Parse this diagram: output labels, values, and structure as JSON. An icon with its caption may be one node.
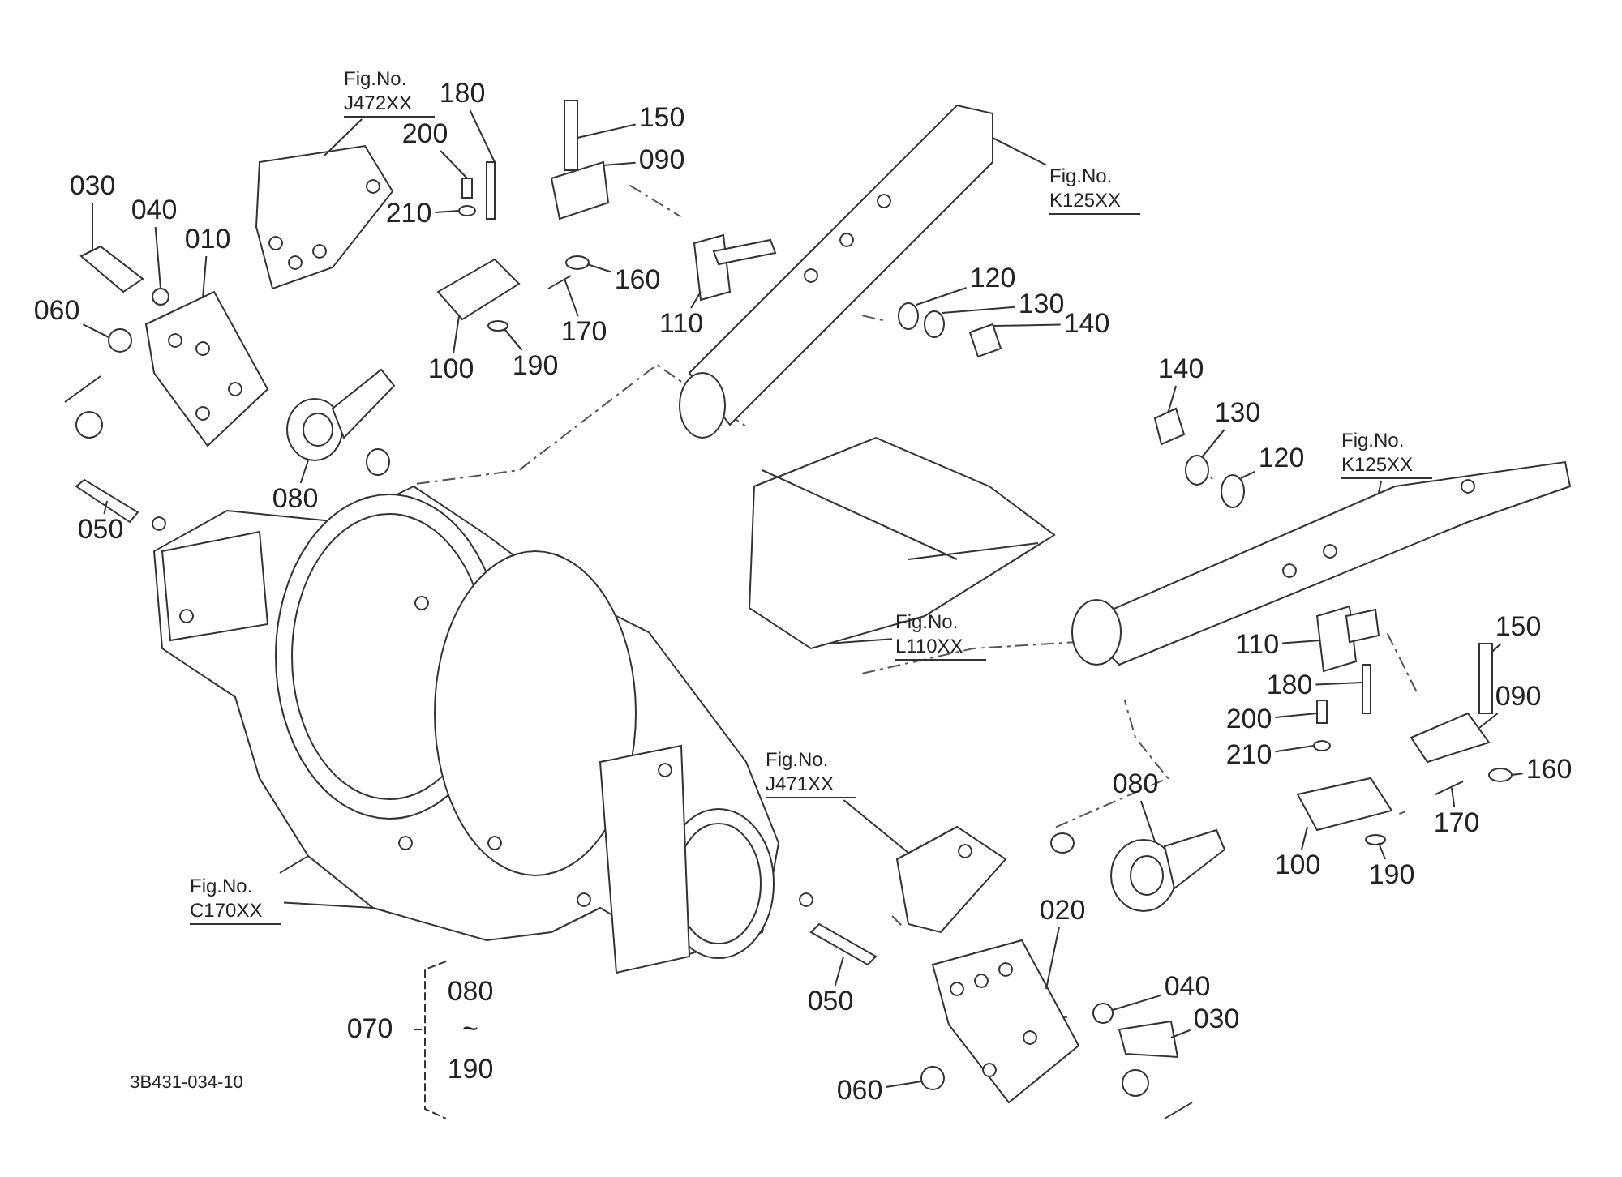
{
  "diagram": {
    "nodes": [
      {
        "text": [
          "Fig.No. J472XX"
        ]
      },
      {
        "text": [
          "150"
        ]
      },
      {
        "text": [
          "180"
        ]
      },
      {
        "text": [
          "090"
        ]
      },
      {
        "text": [
          "030"
        ]
      },
      {
        "text": [
          "200"
        ]
      },
      {
        "text": [
          "Fig.No. K125XX"
        ]
      },
      {
        "text": [
          "040"
        ]
      },
      {
        "text": [
          "010"
        ]
      },
      {
        "text": [
          "210"
        ]
      },
      {
        "text": [
          "160"
        ]
      },
      {
        "text": [
          "120"
        ]
      },
      {
        "text": [
          "130"
        ]
      },
      {
        "text": [
          "140"
        ]
      },
      {
        "text": [
          "060"
        ]
      },
      {
        "text": [
          "170"
        ]
      },
      {
        "text": [
          "110"
        ]
      },
      {
        "text": [
          "100"
        ]
      },
      {
        "text": [
          "190"
        ]
      },
      {
        "text": [
          "140"
        ]
      },
      {
        "text": [
          "130"
        ]
      },
      {
        "text": [
          "120"
        ]
      },
      {
        "text": [
          "Fig.No. K125XX"
        ]
      },
      {
        "text": [
          "080"
        ]
      },
      {
        "text": [
          "050"
        ]
      },
      {
        "text": [
          "Fig.No. L110XX"
        ]
      },
      {
        "text": [
          "110"
        ]
      },
      {
        "text": [
          "150"
        ]
      },
      {
        "text": [
          "180"
        ]
      },
      {
        "text": [
          "090"
        ]
      },
      {
        "text": [
          "200"
        ]
      },
      {
        "text": [
          "210"
        ]
      },
      {
        "text": [
          "160"
        ]
      },
      {
        "text": [
          "Fig.No. J471XX"
        ]
      },
      {
        "text": [
          "080"
        ]
      },
      {
        "text": [
          "170"
        ]
      },
      {
        "text": [
          "100"
        ]
      },
      {
        "text": [
          "190"
        ]
      },
      {
        "text": [
          "Fig.No. C170XX"
        ]
      },
      {
        "text": [
          "020"
        ]
      },
      {
        "text": [
          "040"
        ]
      },
      {
        "text": [
          "050"
        ]
      },
      {
        "text": [
          "030"
        ]
      },
      {
        "text": [
          "060"
        ]
      },
      {
        "text": [],
        "shape": "picture"
      },
      {
        "text": [],
        "shape": "box"
      },
      {
        "text": [],
        "shape": "box"
      },
      {
        "text": [],
        "shape": "box"
      },
      {
        "text": [],
        "shape": "box"
      },
      {
        "text": [],
        "shape": "box"
      },
      {
        "text": [],
        "shape": "picture"
      },
      {
        "text": [],
        "shape": "circle"
      },
      {
        "text": [],
        "shape": "picture"
      },
      {
        "text": [],
        "shape": "circle"
      },
      {
        "text": [],
        "shape": "circle"
      },
      {
        "text": [],
        "shape": "circle"
      },
      {
        "text": [],
        "shape": "circle"
      },
      {
        "text": [],
        "shape": "box"
      },
      {
        "text": [],
        "shape": "circle"
      },
      {
        "text": [],
        "shape": "bar"
      },
      {
        "text": [],
        "shape": "picture"
      },
      {
        "text": [],
        "shape": "box"
      },
      {
        "text": [],
        "shape": "circle"
      },
      {
        "text": [],
        "shape": "box"
      },
      {
        "text": [],
        "shape": "circle"
      },
      {
        "text": [],
        "shape": "circle"
      },
      {
        "text": [],
        "shape": "picture"
      },
      {
        "text": [],
        "shape": "picture"
      },
      {
        "text": [],
        "shape": "box"
      },
      {
        "text": [],
        "shape": "picture"
      },
      {
        "text": [],
        "shape": "picture"
      },
      {
        "text": [],
        "shape": "box"
      },
      {
        "text": [],
        "shape": "box"
      },
      {
        "text": [],
        "shape": "box"
      },
      {
        "text": [],
        "shape": "box"
      },
      {
        "text": [],
        "shape": "circle"
      },
      {
        "text": [],
        "shape": "circle"
      },
      {
        "text": [],
        "shape": "picture"
      },
      {
        "text": [],
        "shape": "picture"
      },
      {
        "text": [],
        "shape": "bar"
      },
      {
        "text": [],
        "shape": "box"
      },
      {
        "text": [],
        "shape": "circle"
      },
      {
        "text": [],
        "shape": "picture"
      },
      {
        "text": [],
        "shape": "picture"
      },
      {
        "text": [],
        "shape": "circle"
      },
      {
        "text": [],
        "shape": "box"
      },
      {
        "text": [],
        "shape": "box"
      },
      {
        "text": [],
        "shape": "circle"
      }
    ],
    "edges": [
      {
        "from": 0,
        "to": 44,
        "arrow": "none"
      },
      {
        "from": 1,
        "to": 45,
        "arrow": "none"
      },
      {
        "from": 2,
        "to": 46,
        "arrow": "none"
      },
      {
        "from": 3,
        "to": 47,
        "arrow": "none"
      },
      {
        "from": 4,
        "to": 48,
        "arrow": "none"
      },
      {
        "from": 5,
        "to": 49,
        "arrow": "none"
      },
      {
        "from": 6,
        "to": 50,
        "arrow": "none"
      },
      {
        "from": 7,
        "to": 51,
        "arrow": "none"
      },
      {
        "from": 8,
        "to": 52,
        "arrow": "none"
      },
      {
        "from": 9,
        "to": 53,
        "arrow": "none"
      },
      {
        "from": 10,
        "to": 54,
        "arrow": "none"
      },
      {
        "from": 11,
        "to": 55,
        "arrow": "none"
      },
      {
        "from": 12,
        "to": 56,
        "arrow": "none"
      },
      {
        "from": 13,
        "to": 57,
        "arrow": "none"
      },
      {
        "from": 14,
        "to": 58,
        "arrow": "none"
      },
      {
        "from": 15,
        "to": 59,
        "arrow": "none"
      },
      {
        "from": 16,
        "to": 60,
        "arrow": "none"
      },
      {
        "from": 17,
        "to": 61,
        "arrow": "none"
      },
      {
        "from": 18,
        "to": 62,
        "arrow": "none"
      },
      {
        "from": 19,
        "to": 63,
        "arrow": "none"
      },
      {
        "from": 20,
        "to": 64,
        "arrow": "none"
      },
      {
        "from": 21,
        "to": 65,
        "arrow": "none"
      },
      {
        "from": 22,
        "to": 66,
        "arrow": "none"
      },
      {
        "from": 23,
        "to": 67,
        "arrow": "none"
      },
      {
        "from": 24,
        "to": 68,
        "arrow": "none"
      },
      {
        "from": 25,
        "to": 69,
        "arrow": "none"
      },
      {
        "from": 26,
        "to": 70,
        "arrow": "none"
      },
      {
        "from": 27,
        "to": 71,
        "arrow": "none"
      },
      {
        "from": 28,
        "to": 72,
        "arrow": "none"
      },
      {
        "from": 29,
        "to": 73,
        "arrow": "none"
      },
      {
        "from": 30,
        "to": 74,
        "arrow": "none"
      },
      {
        "from": 31,
        "to": 75,
        "arrow": "none"
      },
      {
        "from": 32,
        "to": 76,
        "arrow": "none"
      },
      {
        "from": 33,
        "to": 77,
        "arrow": "none"
      },
      {
        "from": 34,
        "to": 78,
        "arrow": "none"
      },
      {
        "from": 35,
        "to": 79,
        "arrow": "none"
      },
      {
        "from": 36,
        "to": 80,
        "arrow": "none"
      },
      {
        "from": 37,
        "to": 81,
        "arrow": "none"
      },
      {
        "from": 38,
        "to": 82,
        "arrow": "none"
      },
      {
        "from": 38,
        "to": 82,
        "arrow": "none"
      },
      {
        "from": 39,
        "to": 83,
        "arrow": "none"
      },
      {
        "from": 40,
        "to": 84,
        "arrow": "none"
      },
      {
        "from": 41,
        "to": 85,
        "arrow": "none"
      },
      {
        "from": 42,
        "to": 86,
        "arrow": "none"
      },
      {
        "from": 43,
        "to": 87,
        "arrow": "none"
      }
    ],
    "labels": [
      "070",
      "080",
      "~",
      "190",
      "3B431-034-10"
    ]
  }
}
